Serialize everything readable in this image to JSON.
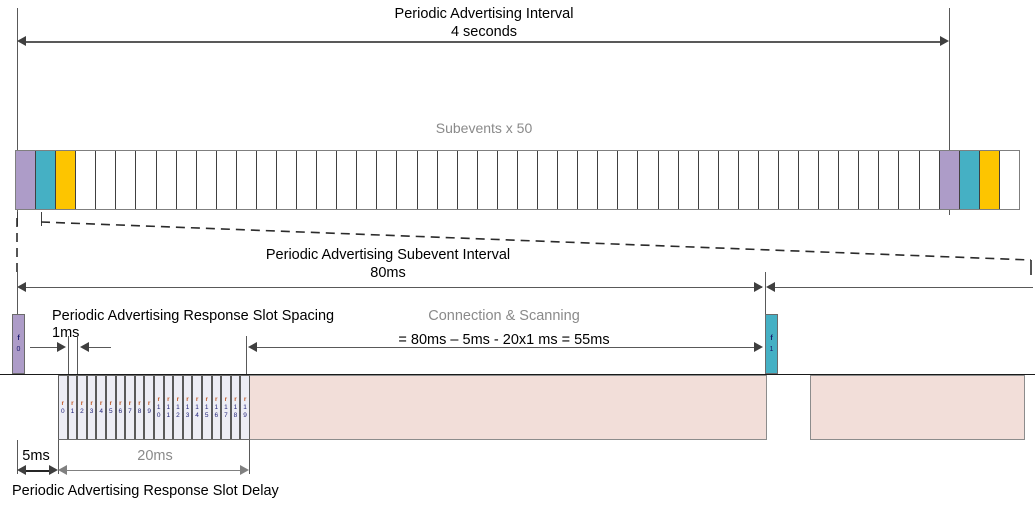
{
  "diagram": {
    "title": "Bluetooth Periodic Advertising with Responses timing diagram",
    "colors": {
      "purple": "#ad9cc8",
      "teal": "#45b0c4",
      "yellow": "#fdc500",
      "pink": "#f2ded9",
      "slot_fill": "#ededf5",
      "gray_text": "#8a8a8a",
      "line": "#595959"
    }
  },
  "top": {
    "interval_label_line1": "Periodic Advertising Interval",
    "interval_label_line2": "4 seconds",
    "subevents_label": "Subevents x 50",
    "subevent_count": 50,
    "colored_head": [
      "purple",
      "teal",
      "yellow"
    ],
    "colored_tail": [
      "purple",
      "teal",
      "yellow"
    ]
  },
  "middle": {
    "subevent_interval_line1": "Periodic Advertising Subevent Interval",
    "subevent_interval_line2": "80ms"
  },
  "lower": {
    "slot_spacing_line1": "Periodic Advertising Response Slot Spacing",
    "slot_spacing_line2": "1ms",
    "connection_scanning_label": "Connection & Scanning",
    "connection_scanning_formula": "= 80ms – 5ms - 20x1 ms = 55ms",
    "frame0": {
      "letter": "f",
      "index": "0"
    },
    "frame1": {
      "letter": "f",
      "index": "1"
    },
    "response_slots": [
      {
        "letter": "r",
        "digits": "0"
      },
      {
        "letter": "r",
        "digits": "1"
      },
      {
        "letter": "r",
        "digits": "2"
      },
      {
        "letter": "r",
        "digits": "3"
      },
      {
        "letter": "r",
        "digits": "4"
      },
      {
        "letter": "r",
        "digits": "5"
      },
      {
        "letter": "r",
        "digits": "6"
      },
      {
        "letter": "r",
        "digits": "7"
      },
      {
        "letter": "r",
        "digits": "8"
      },
      {
        "letter": "r",
        "digits": "9"
      },
      {
        "letter": "r",
        "digits": "10"
      },
      {
        "letter": "r",
        "digits": "11"
      },
      {
        "letter": "r",
        "digits": "12"
      },
      {
        "letter": "r",
        "digits": "13"
      },
      {
        "letter": "r",
        "digits": "14"
      },
      {
        "letter": "r",
        "digits": "15"
      },
      {
        "letter": "r",
        "digits": "16"
      },
      {
        "letter": "r",
        "digits": "17"
      },
      {
        "letter": "r",
        "digits": "18"
      },
      {
        "letter": "r",
        "digits": "19"
      }
    ]
  },
  "bottom": {
    "delay_value": "5ms",
    "span_value": "20ms",
    "delay_label": "Periodic Advertising Response Slot Delay"
  }
}
